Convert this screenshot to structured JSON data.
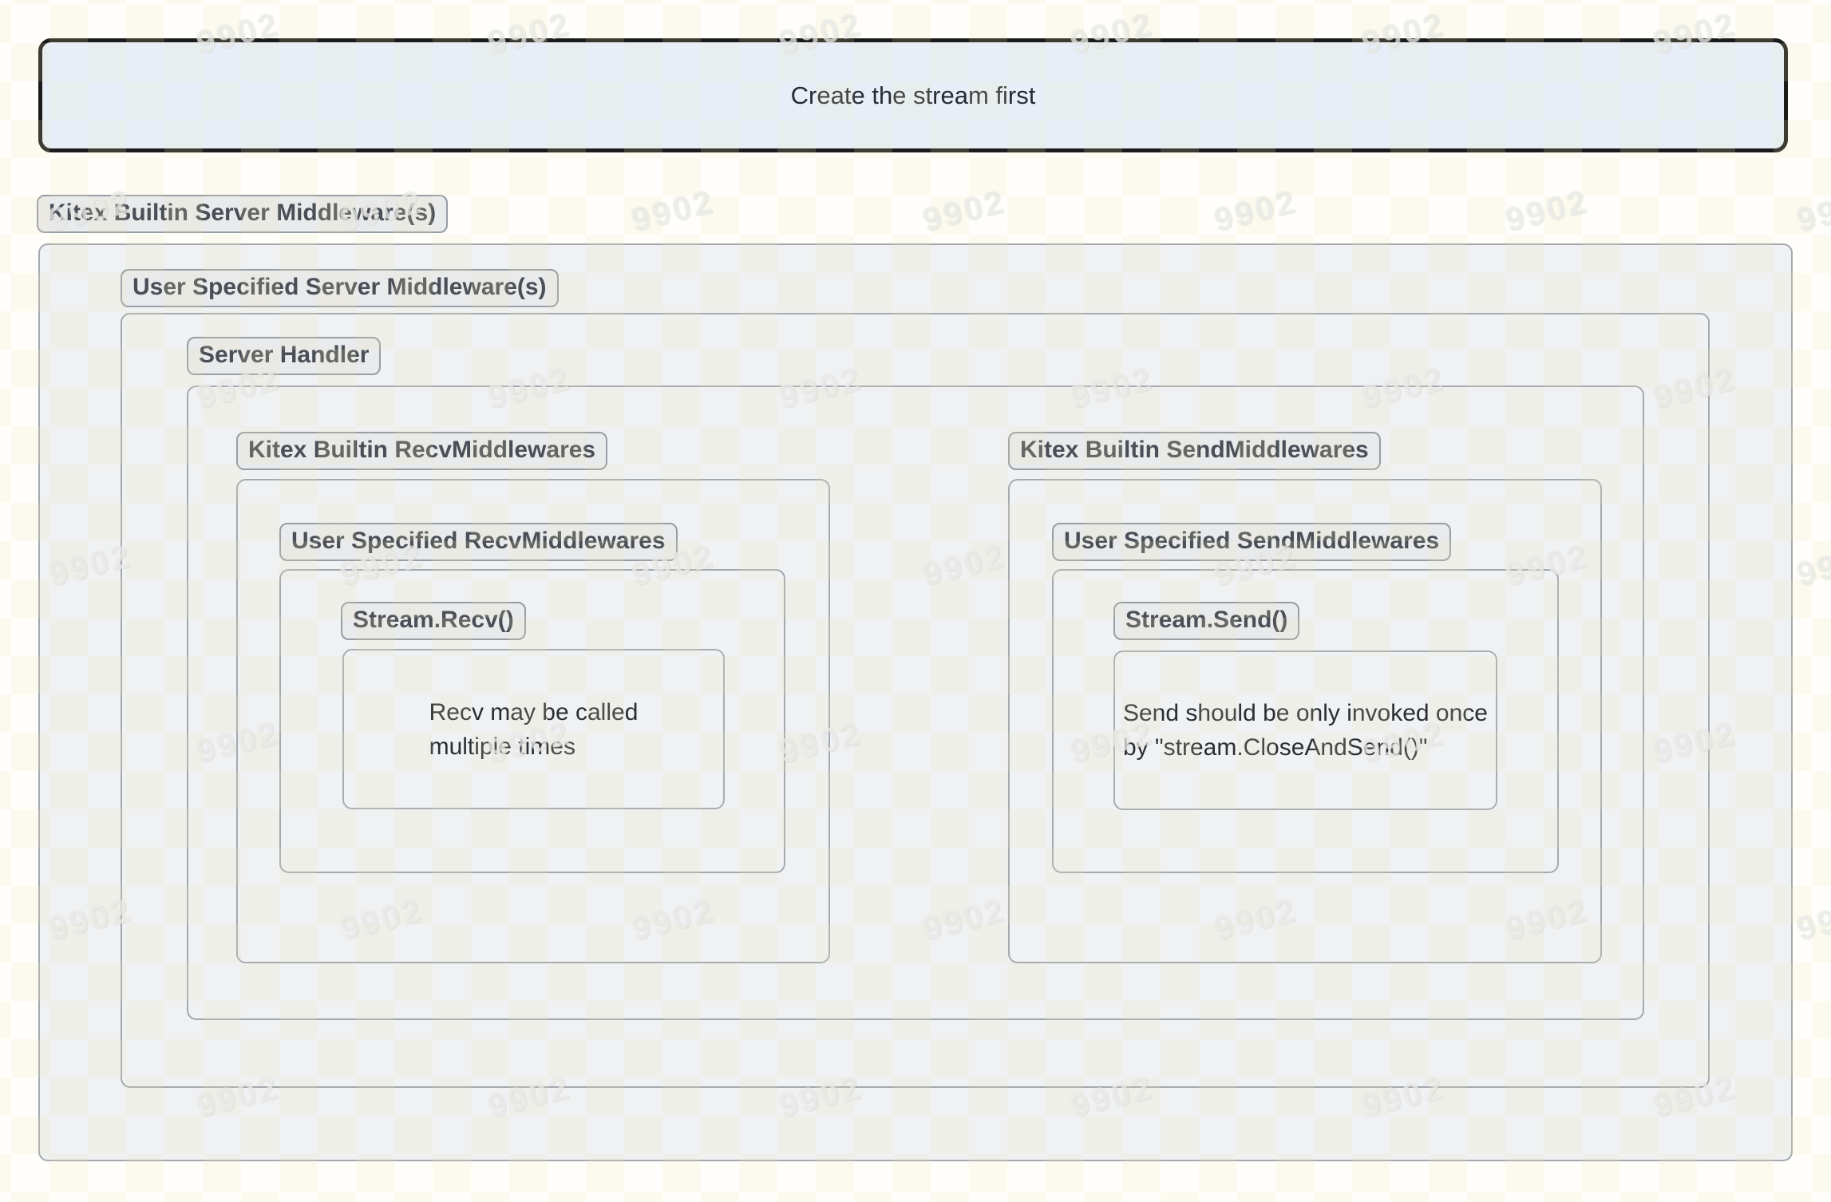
{
  "diagram": {
    "top_note": "Create the stream first",
    "watermark": {
      "text": "9902"
    },
    "colors": {
      "note_fill": "#e8eef8",
      "note_border": "#1b1b1b",
      "chip_fill": "#e9eaec",
      "chip_border": "#979da5",
      "chip_text": "#4a4f57",
      "frame_border": "#a4a9b0",
      "outer_frame_fill": "#f0f1f3",
      "body_text": "#2a2d33",
      "page_background": "#fffefa"
    },
    "server_layers": {
      "builtin_label": "Kitex Builtin Server Middleware(s)",
      "user_label": "User Specified Server Middleware(s)",
      "handler_label": "Server Handler"
    },
    "recv_chain": {
      "builtin_label": "Kitex Builtin RecvMiddlewares",
      "user_label": "User Specified RecvMiddlewares",
      "stream_label": "Stream.Recv()",
      "note": "Recv may be called\nmultiple times"
    },
    "send_chain": {
      "builtin_label": "Kitex Builtin SendMiddlewares",
      "user_label": "User Specified SendMiddlewares",
      "stream_label": "Stream.Send()",
      "note": "Send should be only invoked once\nby \"stream.CloseAndSend()\""
    }
  }
}
